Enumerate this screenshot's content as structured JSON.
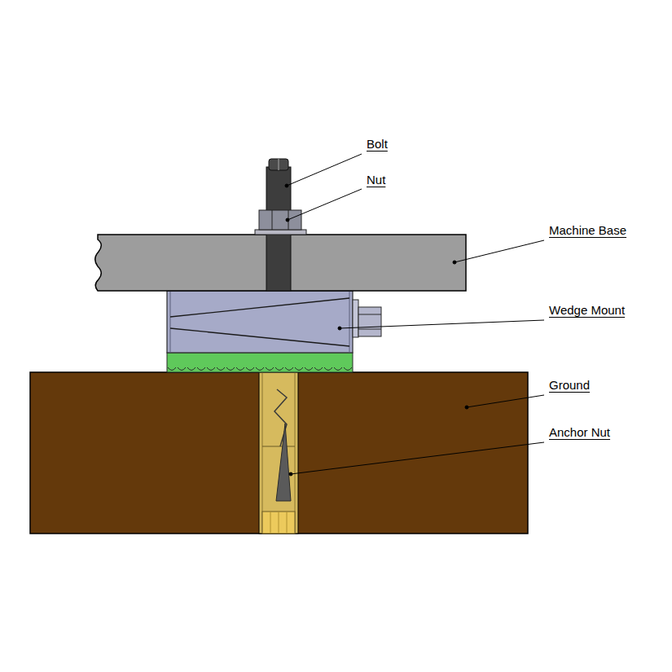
{
  "diagram": {
    "labels": [
      "Bolt",
      "Nut",
      "Machine Base",
      "Wedge Mount",
      "Ground",
      "Anchor Nut"
    ]
  }
}
